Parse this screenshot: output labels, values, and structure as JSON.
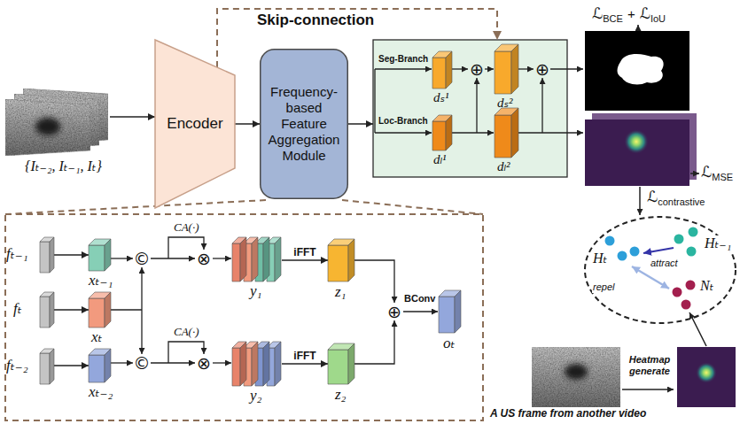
{
  "diagram": {
    "nodes": [
      {
        "text": [
          "{Iₜ₋₂, Iₜ₋₁, Iₜ}"
        ]
      },
      {
        "text": [
          "Encoder"
        ]
      },
      {
        "text": [
          "Frequency-based Feature Aggregation Module"
        ]
      },
      {
        "text": [
          "Seg-Branch",
          "Loc-Branch"
        ]
      },
      {
        "text": [
          "dₛ¹"
        ],
        "in": 3
      },
      {
        "text": [
          "dₛ²"
        ],
        "in": 3
      },
      {
        "text": [
          "dₗ¹"
        ],
        "in": 3
      },
      {
        "text": [
          "dₗ²"
        ],
        "in": 3
      },
      {
        "text": [
          "fₜ₋₁"
        ]
      },
      {
        "text": [
          "fₜ"
        ]
      },
      {
        "text": [
          "fₜ₋₂"
        ]
      },
      {
        "text": [
          "xₜ₋₁"
        ]
      },
      {
        "text": [
          "xₜ"
        ]
      },
      {
        "text": [
          "xₜ₋₂"
        ]
      },
      {
        "text": [
          "y₁"
        ]
      },
      {
        "text": [
          "y₂"
        ]
      },
      {
        "text": [
          "z₁"
        ]
      },
      {
        "text": [
          "z₂"
        ]
      },
      {
        "text": [
          "oₜ"
        ]
      }
    ],
    "edges": [
      {
        "from": 0,
        "to": 1,
        "arrow": "to"
      },
      {
        "from": 1,
        "to": 2,
        "arrow": "to"
      },
      {
        "from": 2,
        "to": 3,
        "arrow": "to"
      },
      {
        "from": 1,
        "to": 3,
        "label": "Skip-connection",
        "arrow": "to"
      },
      {
        "from": 8,
        "to": 11,
        "arrow": "to"
      },
      {
        "from": 9,
        "to": 12,
        "arrow": "to"
      },
      {
        "from": 10,
        "to": 13,
        "arrow": "to"
      },
      {
        "from": 14,
        "to": 16,
        "label": "iFFT",
        "arrow": "to"
      },
      {
        "from": 15,
        "to": 17,
        "label": "iFFT",
        "arrow": "to"
      }
    ],
    "labels": [
      "ℒ",
      "BCE",
      "+",
      "ℒ",
      "IoU",
      "ℒ",
      "MSE",
      "ℒ",
      "contrastive",
      "Hₜ",
      "Hₜ₋₁",
      "attract",
      "repel",
      "Nₜ",
      "Heatmap generate",
      "A US frame from another video",
      "CA(·)",
      "CA(·)",
      "BConv",
      "⊕",
      "⊕",
      "⊕",
      "©",
      "©",
      "⊗",
      "⊗"
    ]
  }
}
